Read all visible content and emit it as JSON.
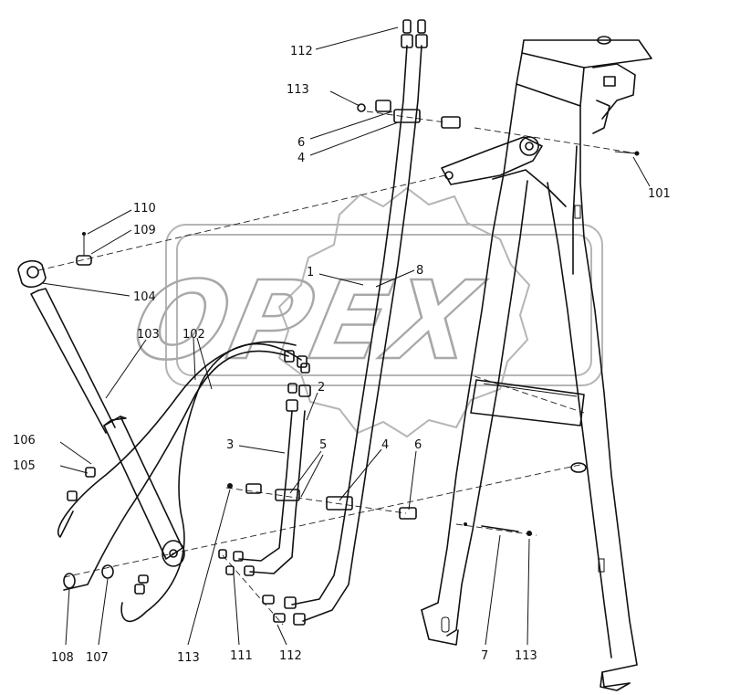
{
  "watermark": {
    "text": "OPEX"
  },
  "labels": {
    "l112_top": "112",
    "l113_top": "113",
    "l6_top": "6",
    "l4_top": "4",
    "l101": "101",
    "l110": "110",
    "l109": "109",
    "l1": "1",
    "l8": "8",
    "l104": "104",
    "l103": "103",
    "l102": "102",
    "l2": "2",
    "l3": "3",
    "l5": "5",
    "l4_mid": "4",
    "l6_mid": "6",
    "l106": "106",
    "l105": "105",
    "l108": "108",
    "l107": "107",
    "l113_bl": "113",
    "l111": "111",
    "l112_bot": "112",
    "l7": "7",
    "l113_br": "113"
  }
}
